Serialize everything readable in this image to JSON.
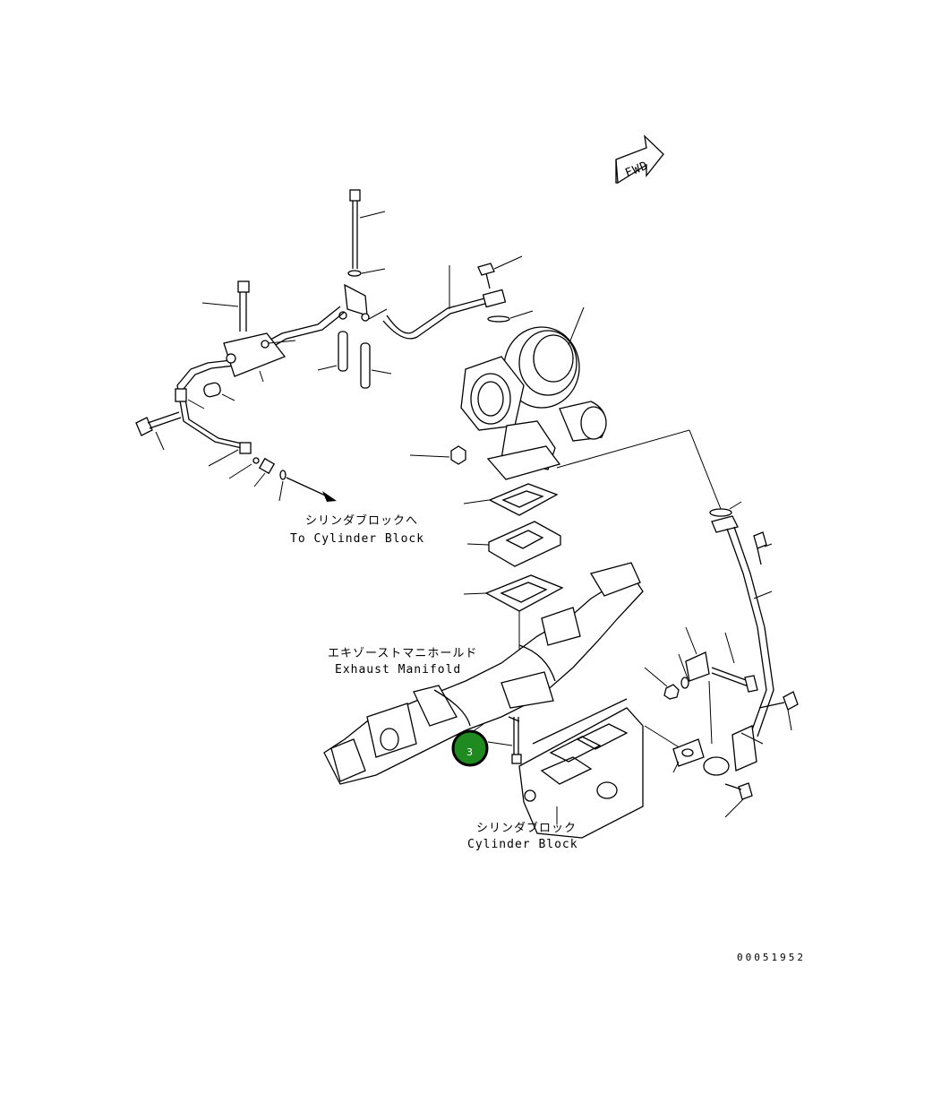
{
  "labels": {
    "to_cylinder_block_jp": "シリンダブロックへ",
    "to_cylinder_block_en": "To Cylinder Block",
    "exhaust_manifold_jp": "エキゾーストマニホールド",
    "exhaust_manifold_en": "Exhaust Manifold",
    "cylinder_block_jp": "シリンダブロック",
    "cylinder_block_en": "Cylinder Block",
    "fwd": "FWD"
  },
  "callouts": [
    {
      "number": "3",
      "color": "#1f8a1f"
    }
  ],
  "drawing_number": "00051952"
}
